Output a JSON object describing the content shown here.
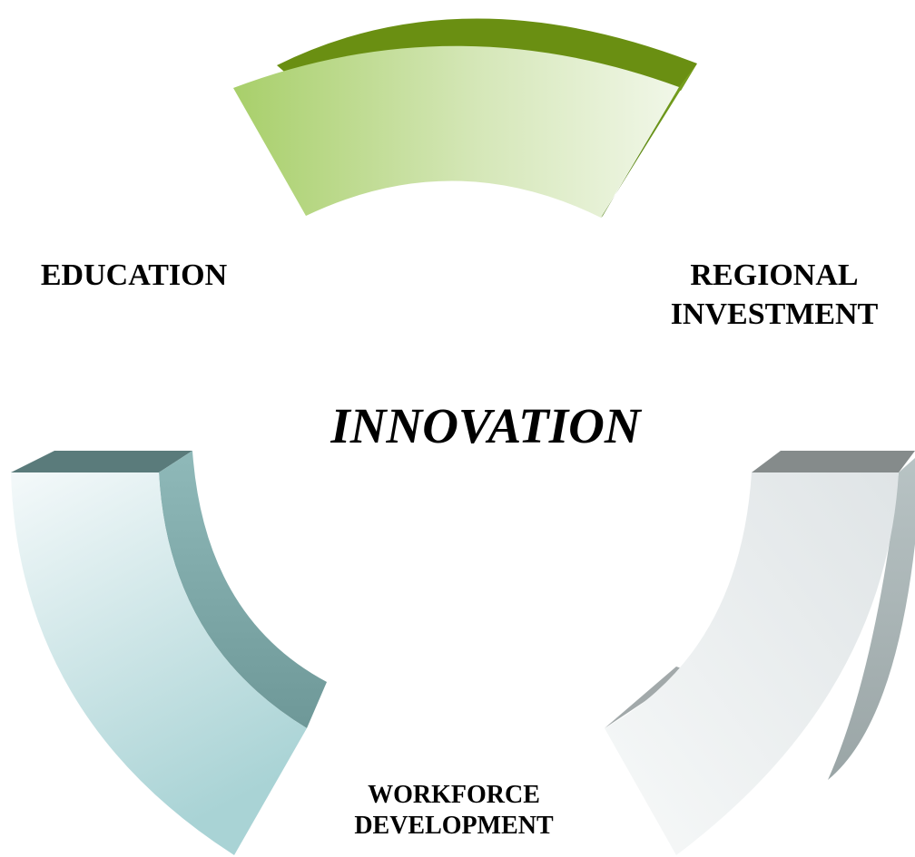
{
  "diagram": {
    "center_label": "INNOVATION",
    "nodes": [
      {
        "id": "education",
        "lines": [
          "EDUCATION"
        ]
      },
      {
        "id": "regional-investment",
        "lines": [
          "REGIONAL",
          "INVESTMENT"
        ]
      },
      {
        "id": "workforce-development",
        "lines": [
          "WORKFORCE",
          "DEVELOPMENT"
        ]
      }
    ],
    "segment_colors": {
      "top": [
        "#a8cf6a",
        "#eef5e3",
        "#6b8f1c"
      ],
      "left": [
        "#eef6f8",
        "#b2d6d8",
        "#6f9a9a"
      ],
      "right": [
        "#f2f4f5",
        "#d7dee0",
        "#8b9393"
      ]
    }
  }
}
